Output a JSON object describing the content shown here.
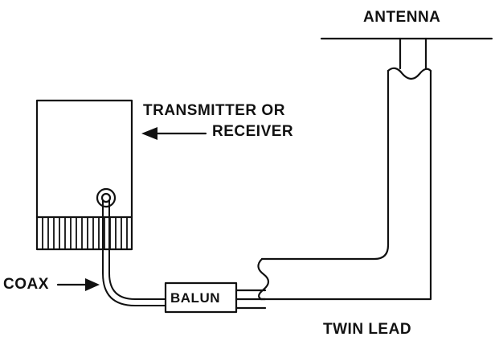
{
  "labels": {
    "antenna": "ANTENNA",
    "transmitter_line1": "TRANSMITTER OR",
    "transmitter_line2": "RECEIVER",
    "coax": "COAX",
    "balun": "BALUN",
    "twin_lead": "TWIN LEAD"
  },
  "colors": {
    "ink": "#111111",
    "background": "#ffffff"
  }
}
